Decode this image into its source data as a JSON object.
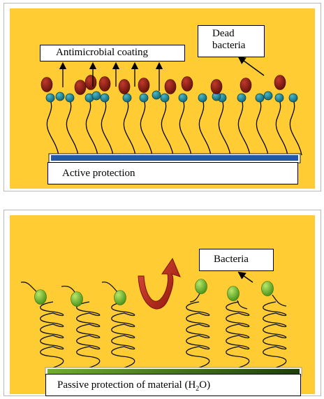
{
  "colors": {
    "background": "#FFCD33",
    "dead_bacteria": "#8B1A10",
    "attached_molecule": "#0E7F8F",
    "live_bacteria": "#5DB319",
    "active_bar": "#2457A8",
    "passive_bar": "#2E6A12",
    "curved_arrow": "#B41E12"
  },
  "icons": [
    "dead-bacterium-icon",
    "live-bacterium-icon",
    "curved-arrow-icon",
    "arrow-icon"
  ],
  "top_panel": {
    "coating_label": "Antimicrobial coating",
    "dead_bacteria_label": "Dead\nbacteria",
    "protection_label": "Active protection"
  },
  "bottom_panel": {
    "bacteria_label": "Bacteria",
    "protection_label_text": "Passive protection of material  (H",
    "subscript": "2",
    "protection_label_tail": "O)"
  }
}
